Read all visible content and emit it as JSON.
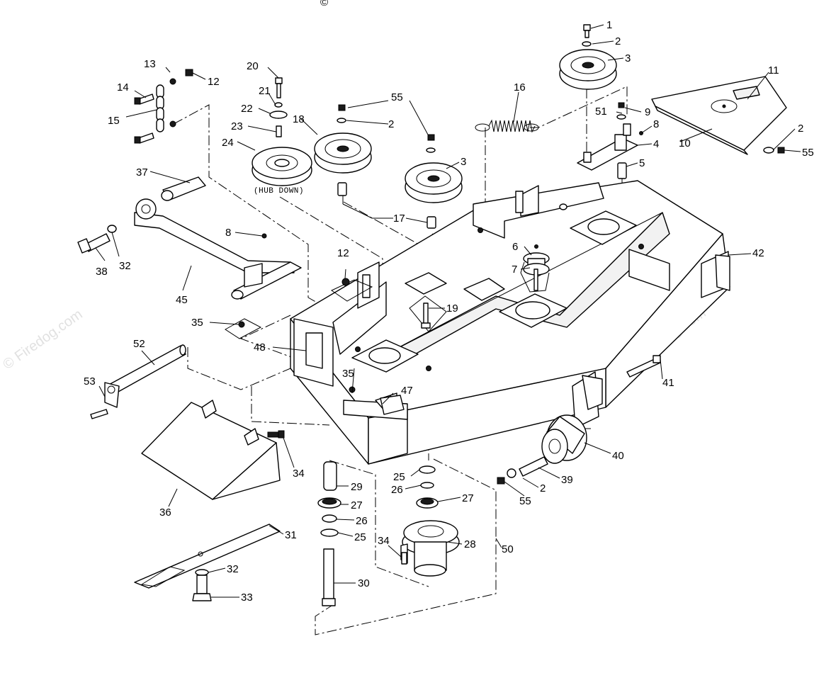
{
  "note_hub_down": "(HUB DOWN)",
  "watermark_text": "© Firedog.com",
  "copyright_symbol": "©",
  "callouts": [
    {
      "id": "c1",
      "label": "1"
    },
    {
      "id": "c2a",
      "label": "2"
    },
    {
      "id": "c3a",
      "label": "3"
    },
    {
      "id": "c11",
      "label": "11"
    },
    {
      "id": "c16",
      "label": "16"
    },
    {
      "id": "c55a",
      "label": "55"
    },
    {
      "id": "c20",
      "label": "20"
    },
    {
      "id": "c13",
      "label": "13"
    },
    {
      "id": "c12a",
      "label": "12"
    },
    {
      "id": "c14",
      "label": "14"
    },
    {
      "id": "c15",
      "label": "15"
    },
    {
      "id": "c21",
      "label": "21"
    },
    {
      "id": "c22",
      "label": "22"
    },
    {
      "id": "c23",
      "label": "23"
    },
    {
      "id": "c24",
      "label": "24"
    },
    {
      "id": "c18",
      "label": "18"
    },
    {
      "id": "c2b",
      "label": "2"
    },
    {
      "id": "c3b",
      "label": "3"
    },
    {
      "id": "c51",
      "label": "51"
    },
    {
      "id": "c9",
      "label": "9"
    },
    {
      "id": "c8a",
      "label": "8"
    },
    {
      "id": "c4",
      "label": "4"
    },
    {
      "id": "c5",
      "label": "5"
    },
    {
      "id": "c10",
      "label": "10"
    },
    {
      "id": "c2c",
      "label": "2"
    },
    {
      "id": "c55b",
      "label": "55"
    },
    {
      "id": "c37",
      "label": "37"
    },
    {
      "id": "c17",
      "label": "17"
    },
    {
      "id": "c8b",
      "label": "8"
    },
    {
      "id": "c6",
      "label": "6"
    },
    {
      "id": "c7",
      "label": "7"
    },
    {
      "id": "c42",
      "label": "42"
    },
    {
      "id": "c38",
      "label": "38"
    },
    {
      "id": "c32a",
      "label": "32"
    },
    {
      "id": "c12b",
      "label": "12"
    },
    {
      "id": "c45",
      "label": "45"
    },
    {
      "id": "c19",
      "label": "19"
    },
    {
      "id": "c35a",
      "label": "35"
    },
    {
      "id": "c48",
      "label": "48"
    },
    {
      "id": "c52",
      "label": "52"
    },
    {
      "id": "c35b",
      "label": "35"
    },
    {
      "id": "c47",
      "label": "47"
    },
    {
      "id": "c53",
      "label": "53"
    },
    {
      "id": "c41",
      "label": "41"
    },
    {
      "id": "c34a",
      "label": "34"
    },
    {
      "id": "c40",
      "label": "40"
    },
    {
      "id": "c25a",
      "label": "25"
    },
    {
      "id": "c29",
      "label": "29"
    },
    {
      "id": "c26a",
      "label": "26"
    },
    {
      "id": "c27a",
      "label": "27"
    },
    {
      "id": "c39",
      "label": "39"
    },
    {
      "id": "c2d",
      "label": "2"
    },
    {
      "id": "c55c",
      "label": "55"
    },
    {
      "id": "c36",
      "label": "36"
    },
    {
      "id": "c27b",
      "label": "27"
    },
    {
      "id": "c26b",
      "label": "26"
    },
    {
      "id": "c25b",
      "label": "25"
    },
    {
      "id": "c31",
      "label": "31"
    },
    {
      "id": "c34b",
      "label": "34"
    },
    {
      "id": "c28",
      "label": "28"
    },
    {
      "id": "c50",
      "label": "50"
    },
    {
      "id": "c32b",
      "label": "32"
    },
    {
      "id": "c30",
      "label": "30"
    },
    {
      "id": "c33",
      "label": "33"
    }
  ]
}
